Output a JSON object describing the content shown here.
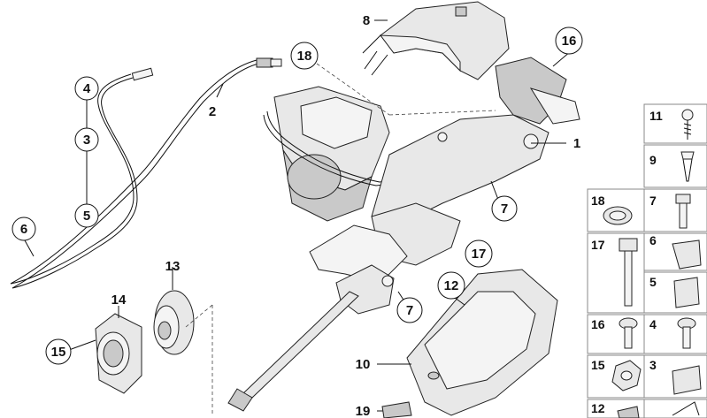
{
  "diagram": {
    "callouts": {
      "c1": "1",
      "c2": "2",
      "c3": "3",
      "c4": "4",
      "c5": "5",
      "c6": "6",
      "c7a": "7",
      "c7b": "7",
      "c8": "8",
      "c10": "10",
      "c12": "12",
      "c13": "13",
      "c14": "14",
      "c15": "15",
      "c16": "16",
      "c17": "17",
      "c18": "18",
      "c19": "19"
    },
    "side_panel": {
      "s11": "11",
      "s9": "9",
      "s18": "18",
      "s7": "7",
      "s17": "17",
      "s6": "6",
      "s5": "5",
      "s16": "16",
      "s4": "4",
      "s15": "15",
      "s3": "3",
      "s12": "12"
    }
  }
}
